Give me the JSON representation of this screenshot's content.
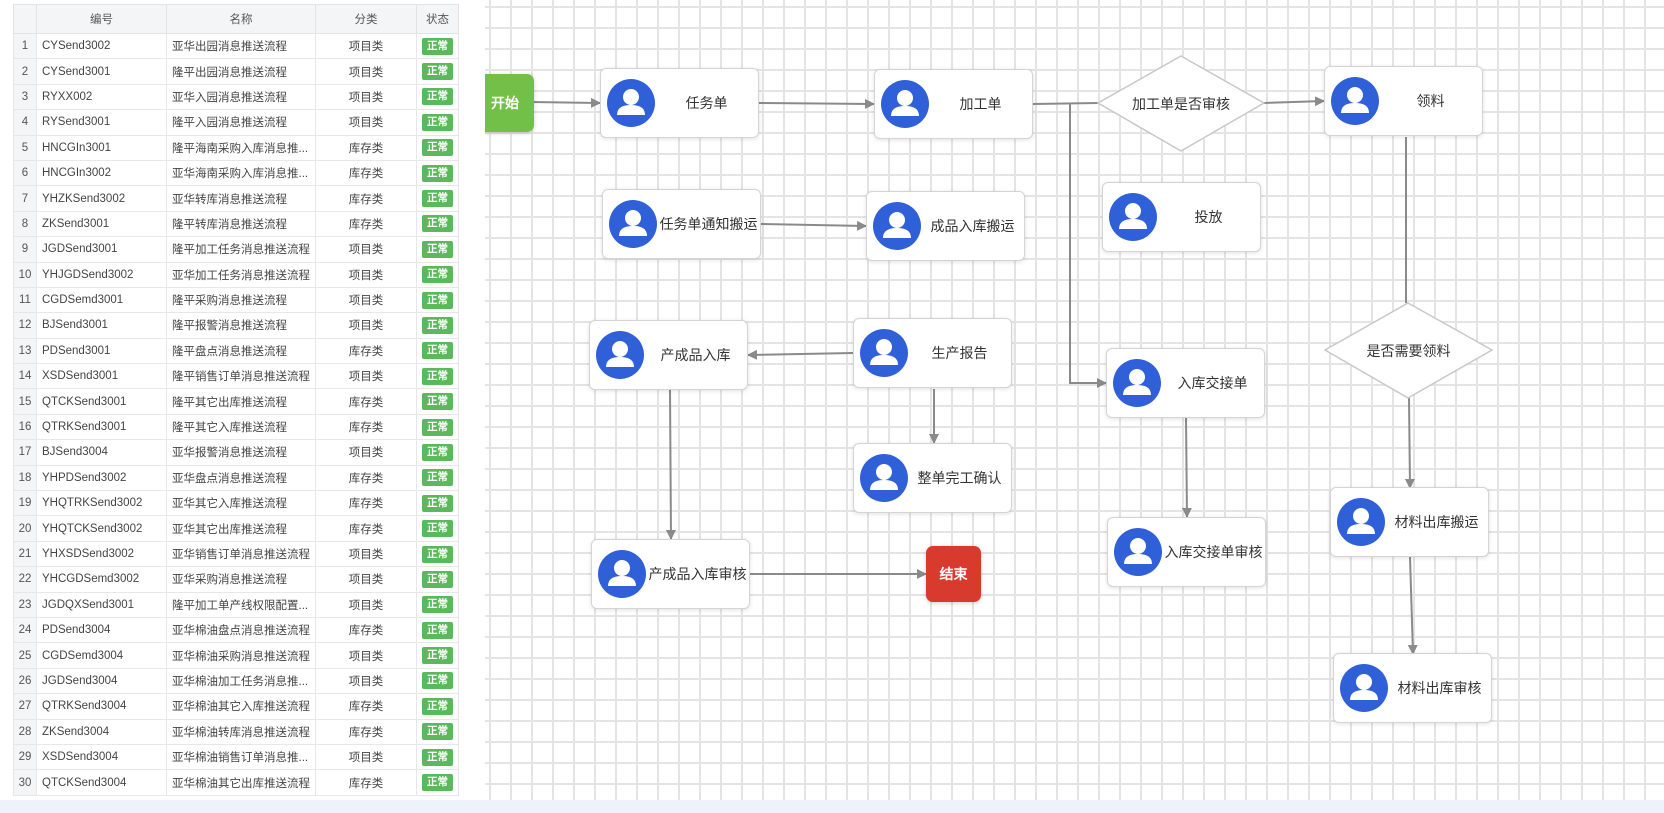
{
  "table": {
    "headers": {
      "index": "",
      "code": "编号",
      "name": "名称",
      "category": "分类",
      "status": "状态"
    },
    "rows": [
      {
        "idx": "1",
        "code": "CYSend3002",
        "name": "亚华出园消息推送流程",
        "category": "项目类",
        "status": "正常"
      },
      {
        "idx": "2",
        "code": "CYSend3001",
        "name": "隆平出园消息推送流程",
        "category": "项目类",
        "status": "正常"
      },
      {
        "idx": "3",
        "code": "RYXX002",
        "name": "亚华入园消息推送流程",
        "category": "项目类",
        "status": "正常"
      },
      {
        "idx": "4",
        "code": "RYSend3001",
        "name": "隆平入园消息推送流程",
        "category": "项目类",
        "status": "正常"
      },
      {
        "idx": "5",
        "code": "HNCGIn3001",
        "name": "隆平海南采购入库消息推...",
        "category": "库存类",
        "status": "正常"
      },
      {
        "idx": "6",
        "code": "HNCGIn3002",
        "name": "亚华海南采购入库消息推...",
        "category": "库存类",
        "status": "正常"
      },
      {
        "idx": "7",
        "code": "YHZKSend3002",
        "name": "亚华转库消息推送流程",
        "category": "库存类",
        "status": "正常"
      },
      {
        "idx": "8",
        "code": "ZKSend3001",
        "name": "隆平转库消息推送流程",
        "category": "库存类",
        "status": "正常"
      },
      {
        "idx": "9",
        "code": "JGDSend3001",
        "name": "隆平加工任务消息推送流程",
        "category": "项目类",
        "status": "正常"
      },
      {
        "idx": "10",
        "code": "YHJGDSend3002",
        "name": "亚华加工任务消息推送流程",
        "category": "项目类",
        "status": "正常"
      },
      {
        "idx": "11",
        "code": "CGDSemd3001",
        "name": "隆平采购消息推送流程",
        "category": "项目类",
        "status": "正常"
      },
      {
        "idx": "12",
        "code": "BJSend3001",
        "name": "隆平报警消息推送流程",
        "category": "项目类",
        "status": "正常"
      },
      {
        "idx": "13",
        "code": "PDSend3001",
        "name": "隆平盘点消息推送流程",
        "category": "库存类",
        "status": "正常"
      },
      {
        "idx": "14",
        "code": "XSDSend3001",
        "name": "隆平销售订单消息推送流程",
        "category": "项目类",
        "status": "正常"
      },
      {
        "idx": "15",
        "code": "QTCKSend3001",
        "name": "隆平其它出库推送流程",
        "category": "库存类",
        "status": "正常"
      },
      {
        "idx": "16",
        "code": "QTRKSend3001",
        "name": "隆平其它入库推送流程",
        "category": "库存类",
        "status": "正常"
      },
      {
        "idx": "17",
        "code": "BJSend3004",
        "name": "亚华报警消息推送流程",
        "category": "项目类",
        "status": "正常"
      },
      {
        "idx": "18",
        "code": "YHPDSend3002",
        "name": "亚华盘点消息推送流程",
        "category": "库存类",
        "status": "正常"
      },
      {
        "idx": "19",
        "code": "YHQTRKSend3002",
        "name": "亚华其它入库推送流程",
        "category": "库存类",
        "status": "正常"
      },
      {
        "idx": "20",
        "code": "YHQTCKSend3002",
        "name": "亚华其它出库推送流程",
        "category": "库存类",
        "status": "正常"
      },
      {
        "idx": "21",
        "code": "YHXSDSend3002",
        "name": "亚华销售订单消息推送流程",
        "category": "项目类",
        "status": "正常"
      },
      {
        "idx": "22",
        "code": "YHCGDSemd3002",
        "name": "亚华采购消息推送流程",
        "category": "项目类",
        "status": "正常"
      },
      {
        "idx": "23",
        "code": "JGDQXSend3001",
        "name": "隆平加工单产线权限配置...",
        "category": "项目类",
        "status": "正常"
      },
      {
        "idx": "24",
        "code": "PDSend3004",
        "name": "亚华棉油盘点消息推送流程",
        "category": "库存类",
        "status": "正常"
      },
      {
        "idx": "25",
        "code": "CGDSemd3004",
        "name": "亚华棉油采购消息推送流程",
        "category": "项目类",
        "status": "正常"
      },
      {
        "idx": "26",
        "code": "JGDSend3004",
        "name": "亚华棉油加工任务消息推...",
        "category": "项目类",
        "status": "正常"
      },
      {
        "idx": "27",
        "code": "QTRKSend3004",
        "name": "亚华棉油其它入库推送流程",
        "category": "库存类",
        "status": "正常"
      },
      {
        "idx": "28",
        "code": "ZKSend3004",
        "name": "亚华棉油转库消息推送流程",
        "category": "库存类",
        "status": "正常"
      },
      {
        "idx": "29",
        "code": "XSDSend3004",
        "name": "亚华棉油销售订单消息推...",
        "category": "项目类",
        "status": "正常"
      },
      {
        "idx": "30",
        "code": "QTCKSend3004",
        "name": "亚华棉油其它出库推送流程",
        "category": "库存类",
        "status": "正常"
      }
    ]
  },
  "flow": {
    "start": "开始",
    "end": "结束",
    "nodes": {
      "task_order": "任务单",
      "process_order": "加工单",
      "pick_material": "领料",
      "task_notify_move": "任务单通知搬运",
      "finished_goods_move": "成品入库搬运",
      "feed": "投放",
      "product_inbound": "产成品入库",
      "production_report": "生产报告",
      "inbound_handover": "入库交接单",
      "order_complete_confirm": "整单完工确认",
      "product_inbound_review": "产成品入库审核",
      "inbound_handover_review": "入库交接单审核",
      "material_outbound_move": "材料出库搬运",
      "material_outbound_review": "材料出库审核"
    },
    "decisions": {
      "process_order_review": "加工单是否审核",
      "need_material": "是否需要领料"
    }
  },
  "colors": {
    "start": "#72c048",
    "end": "#d83b2d",
    "avatar": "#3060d8",
    "status_badge": "#5cb85c",
    "edge": "#8a8a8a"
  }
}
